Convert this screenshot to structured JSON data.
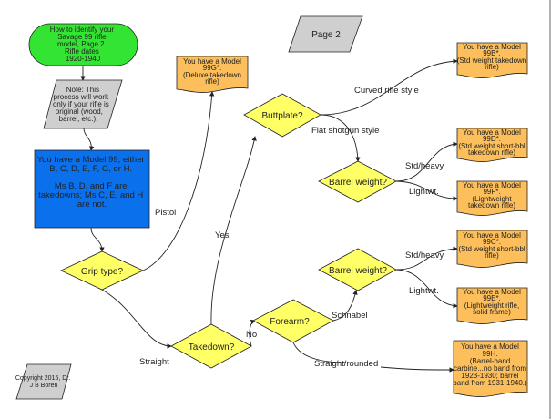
{
  "colors": {
    "start": "#33e433",
    "note": "#cfcfcf",
    "info": "#0a70ec",
    "decision": "#ffff66",
    "result": "#fcbf5c"
  },
  "start": {
    "lines": [
      "How to identify your",
      "Savage 99 rifle",
      "model, Page 2.",
      "Rifle dates",
      "1920-1940"
    ]
  },
  "note": {
    "lines": [
      "Note: This",
      "process will work",
      "only if your rifle is",
      "original (wood,",
      "barrel, etc.)."
    ]
  },
  "info": {
    "lines": [
      "You have a Model 99, either",
      "B, C, D, E, F, G, or H.",
      "",
      "Ms B, D, and F are",
      "takedowns; Ms C, E, and H",
      "are not."
    ]
  },
  "page_label": "Page 2",
  "copyright": {
    "lines": [
      "Copyright 2015, Dr.",
      "J B Boren"
    ]
  },
  "decisions": {
    "grip": "Grip type?",
    "takedown": "Takedown?",
    "buttplate": "Buttplate?",
    "barrel1": "Barrel weight?",
    "forearm": "Forearm?",
    "barrel2": "Barrel weight?"
  },
  "edge_labels": {
    "pistol": "Pistol",
    "straight": "Straight",
    "yes": "Yes",
    "no": "No",
    "curved": "Curved rifle style",
    "flat": "Flat shotgun style",
    "std1": "Std/heavy",
    "light1": "Lightwt.",
    "schnabel": "Schnabel",
    "straight_rounded": "Straight/rounded",
    "std2": "Std/heavy",
    "light2": "Lightwt."
  },
  "results": {
    "g": [
      "You have a Model",
      "99G*.",
      "(Deluxe takedown",
      "rifle)"
    ],
    "b": [
      "You have a Model",
      "99B*.",
      "(Std weight takedown",
      "rifle)"
    ],
    "d": [
      "You have a Model",
      "99D*.",
      "(Std weight short-bbl",
      "takedown rifle)"
    ],
    "f": [
      "You have a Model",
      "99F*.",
      "(Lightweight",
      "takedown rifle)"
    ],
    "c": [
      "You have a Model",
      "99C*.",
      "(Std weight short-bbl",
      "rifle)"
    ],
    "e": [
      "You have a Model",
      "99E*.",
      "(Lightweight rifle,",
      "solid frame)"
    ],
    "h": [
      "You have a Model",
      "99H.",
      "(Barrel-band",
      "carbine...no band from",
      "1923-1930; barrel",
      "band from 1931-1940.)"
    ]
  }
}
